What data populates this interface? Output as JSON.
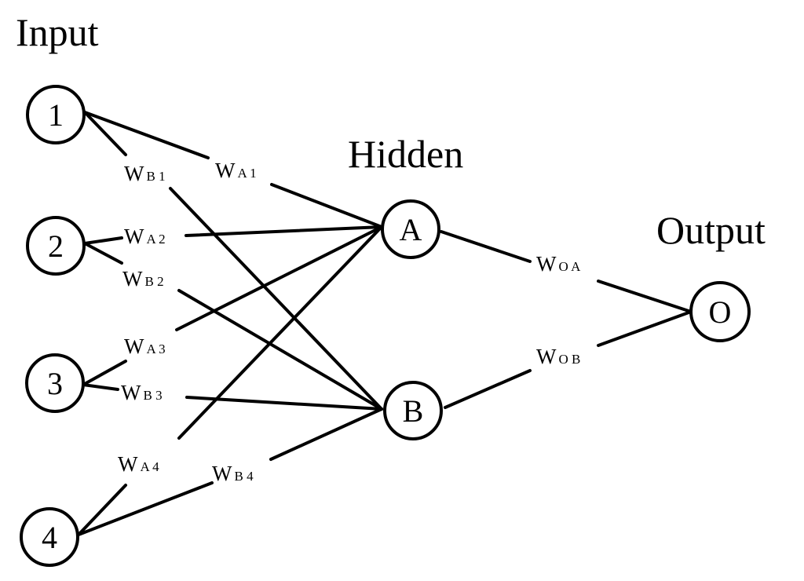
{
  "colors": {
    "line": "#000000",
    "background": "#ffffff"
  },
  "layers": {
    "input": {
      "title": "Input",
      "nodes": [
        "1",
        "2",
        "3",
        "4"
      ]
    },
    "hidden": {
      "title": "Hidden",
      "nodes": [
        "A",
        "B"
      ]
    },
    "output": {
      "title": "Output",
      "nodes": [
        "O"
      ]
    }
  },
  "weights": [
    {
      "id": "wa1",
      "letter": "W",
      "sub": "A 1"
    },
    {
      "id": "wb1",
      "letter": "W",
      "sub": "B 1"
    },
    {
      "id": "wa2",
      "letter": "W",
      "sub": "A 2"
    },
    {
      "id": "wb2",
      "letter": "W",
      "sub": "B 2"
    },
    {
      "id": "wa3",
      "letter": "W",
      "sub": "A 3"
    },
    {
      "id": "wb3",
      "letter": "W",
      "sub": "B 3"
    },
    {
      "id": "wa4",
      "letter": "W",
      "sub": "A 4"
    },
    {
      "id": "wb4",
      "letter": "W",
      "sub": "B 4"
    },
    {
      "id": "woa",
      "letter": "W",
      "sub": "O A"
    },
    {
      "id": "wob",
      "letter": "W",
      "sub": "O B"
    }
  ]
}
